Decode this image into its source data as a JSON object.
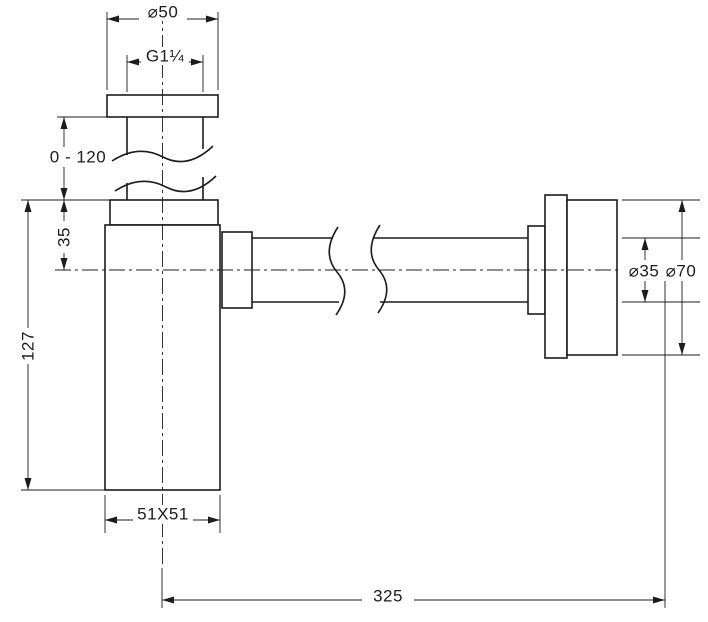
{
  "page": {
    "background": "#ffffff",
    "description": "Technical dimensional drawing of a basin bottle trap (siphon) with wall outlet pipe"
  },
  "colors": {
    "line": "#1c1c1c",
    "text": "#1c1c1c",
    "background": "#ffffff"
  },
  "drawing": {
    "dims": {
      "top_diameter": "⌀50",
      "thread_size": "G1¼",
      "adjustable_height": "0 - 120",
      "inlet_offset": "35",
      "body_height": "127",
      "body_section": "51X51",
      "pipe_diameter": "⌀35",
      "flange_diameter": "⌀70",
      "overall_length": "325"
    }
  }
}
